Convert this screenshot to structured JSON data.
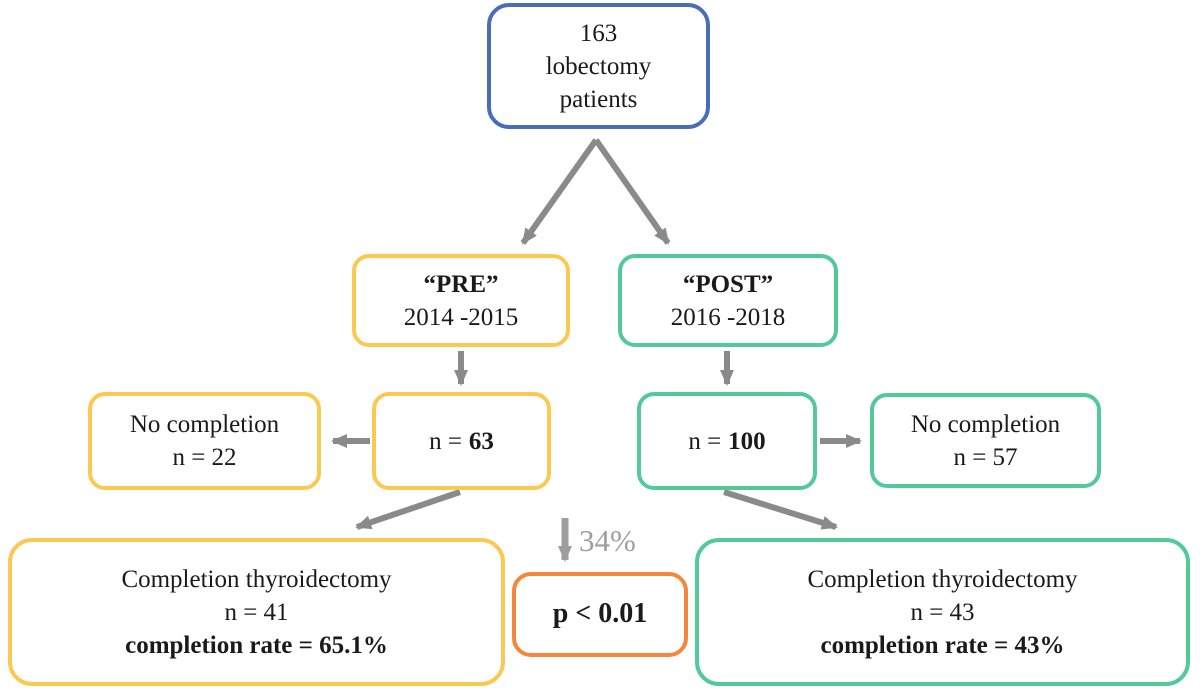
{
  "colors": {
    "blue": "#4a6db8",
    "yellow": "#fbc851",
    "teal": "#53c99a",
    "orange": "#f6863c",
    "arrow": "#8a8a8a",
    "muted": "#9e9e9e"
  },
  "nodes": {
    "total": {
      "line1": "163",
      "line2": "lobectomy",
      "line3": "patients"
    },
    "pre": {
      "title": "“PRE”",
      "years": "2014 -2015"
    },
    "post": {
      "title": "“POST”",
      "years": "2016 -2018"
    },
    "no_completion_pre": {
      "line1": "No completion",
      "line2": "n = 22"
    },
    "n_pre": {
      "prefix": "n =",
      "value": "63"
    },
    "n_post": {
      "prefix": "n =",
      "value": "100"
    },
    "no_completion_post": {
      "line1": "No completion",
      "line2": "n = 57"
    },
    "completion_pre": {
      "line1": "Completion thyroidectomy",
      "line2": "n = 41",
      "line3": "completion rate = 65.1%"
    },
    "p_value": {
      "label": "p < 0.01"
    },
    "completion_post": {
      "line1": "Completion thyroidectomy",
      "line2": "n = 43",
      "line3": "completion rate = 43%"
    }
  },
  "annotations": {
    "decrease_label": "34%"
  }
}
